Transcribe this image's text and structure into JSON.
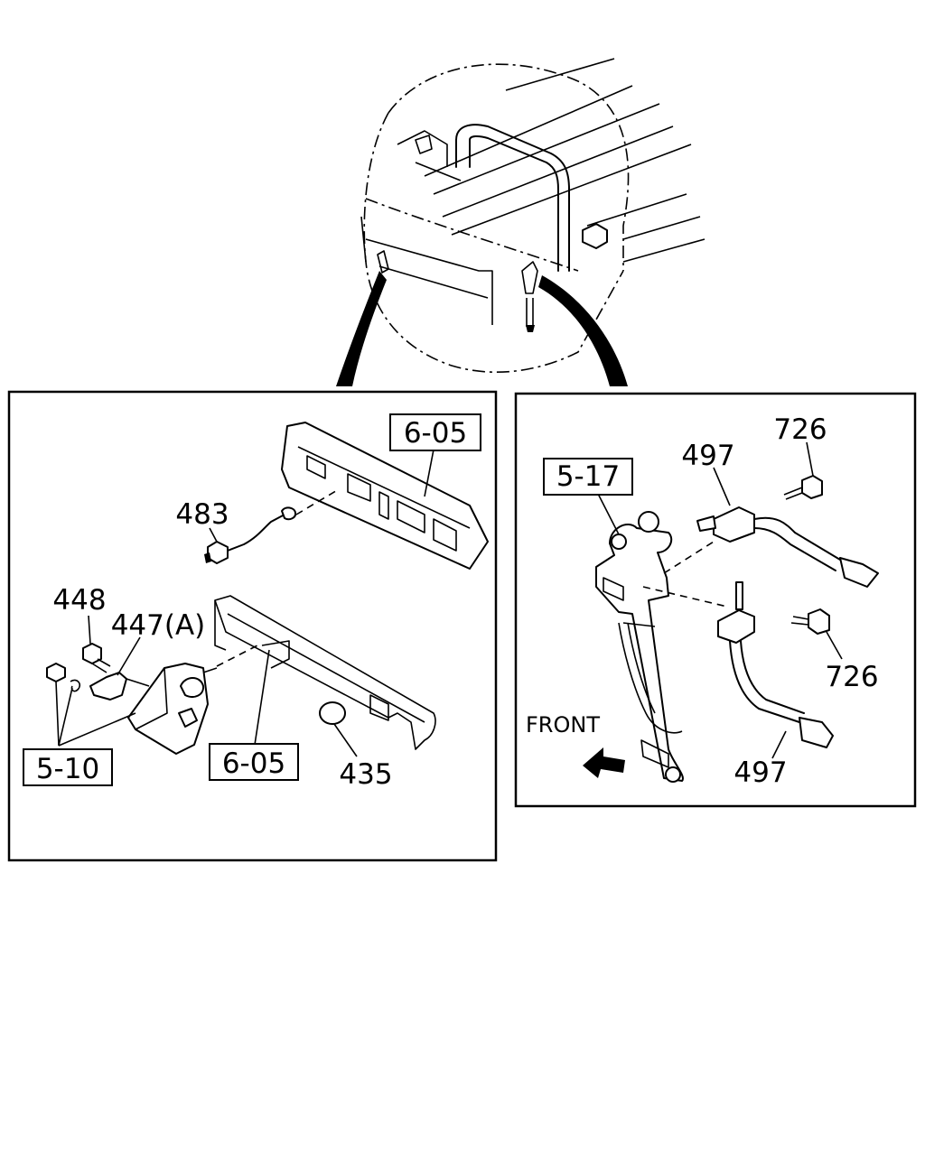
{
  "labels": {
    "ref_6_05_top": "6-05",
    "part_483": "483",
    "part_448": "448",
    "part_447": "447(A)",
    "ref_5_10": "5-10",
    "ref_6_05_bottom": "6-05",
    "part_435": "435",
    "ref_5_17": "5-17",
    "part_497_top": "497",
    "part_726_top": "726",
    "part_726_bottom": "726",
    "front": "FRONT",
    "part_497_bottom": "497"
  }
}
